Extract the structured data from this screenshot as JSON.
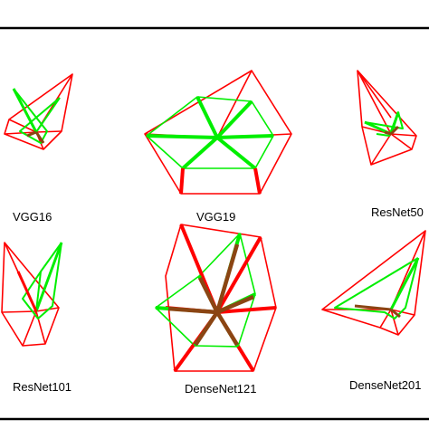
{
  "colors": {
    "model": "#ff0000",
    "reference": "#00ee00",
    "overlap": "#8b4513",
    "border": "#000000"
  },
  "labels": {
    "vgg16": "VGG16",
    "vgg19": "VGG19",
    "resnet50": "ResNet50",
    "resnet101": "ResNet101",
    "densenet121": "DenseNet121",
    "densenet201": "DenseNet201"
  }
}
